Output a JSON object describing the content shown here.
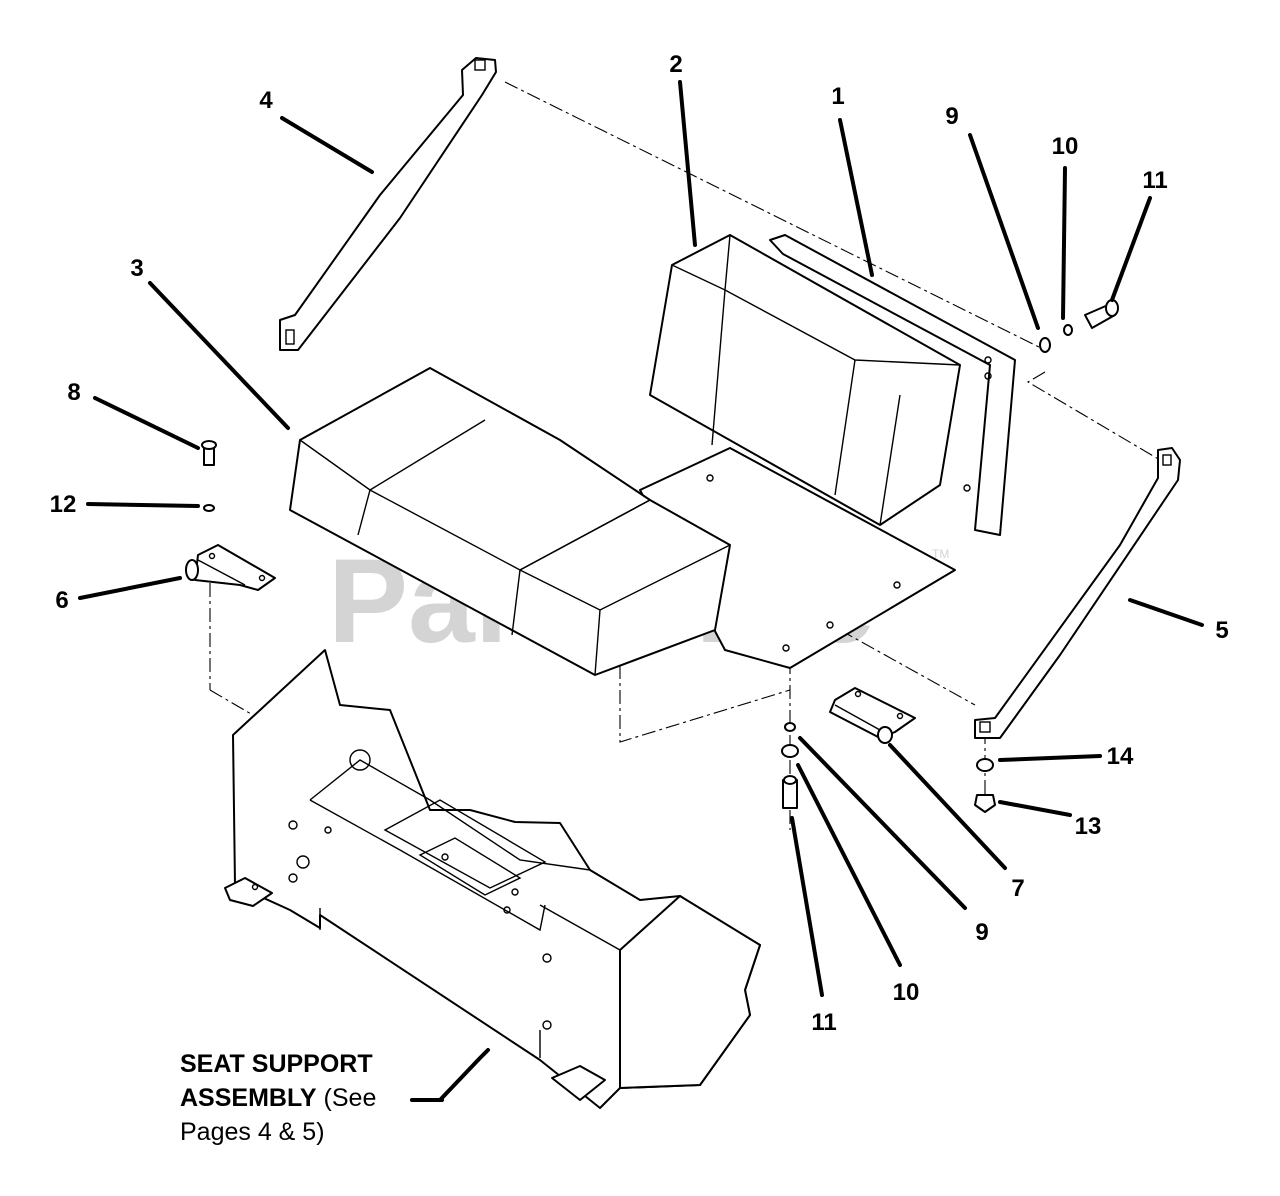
{
  "watermark": {
    "text": "PartsTree",
    "tm": "TM"
  },
  "callouts": {
    "c1": "1",
    "c2": "2",
    "c3": "3",
    "c4": "4",
    "c5": "5",
    "c6": "6",
    "c7": "7",
    "c8": "8",
    "c9a": "9",
    "c9b": "9",
    "c10a": "10",
    "c10b": "10",
    "c11a": "11",
    "c11b": "11",
    "c12": "12",
    "c13": "13",
    "c14": "14"
  },
  "caption": {
    "line1": "SEAT SUPPORT",
    "line2_bold": "ASSEMBLY",
    "line2_rest": " (See",
    "line3": "Pages 4 & 5)"
  }
}
